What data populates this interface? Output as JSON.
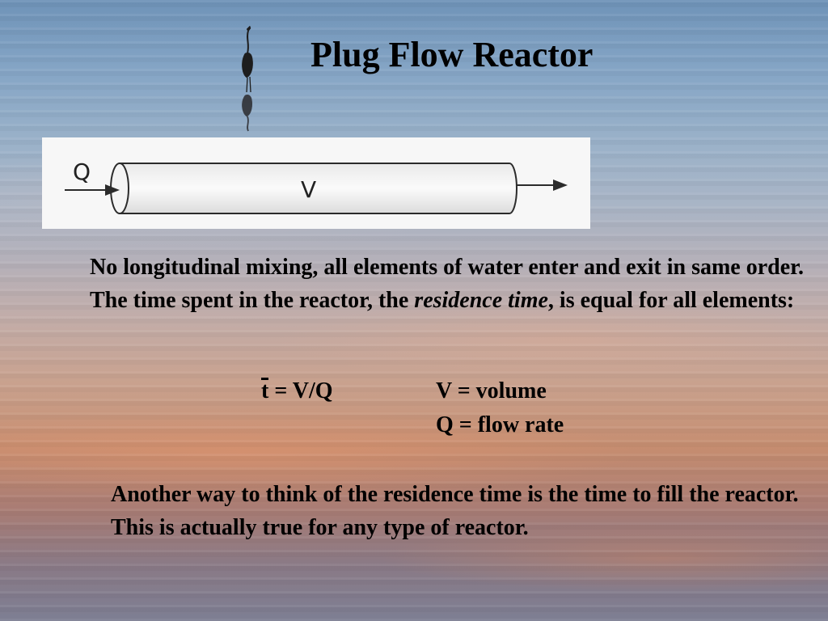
{
  "title": "Plug Flow Reactor",
  "diagram": {
    "inlet_label": "Q",
    "volume_label": "V"
  },
  "paragraph1": {
    "part1": "No longitudinal mixing, all elements of water enter and exit in same order.  The time spent in the reactor, the ",
    "emphasis": "residence time",
    "part2": ", is equal for all elements:"
  },
  "formula": {
    "symbol": "t",
    "expression": " = V/Q"
  },
  "definitions": [
    "V = volume",
    "Q = flow rate"
  ],
  "paragraph2": "Another way to think of the residence time is the time to fill the reactor. This is actually true for any type of reactor."
}
